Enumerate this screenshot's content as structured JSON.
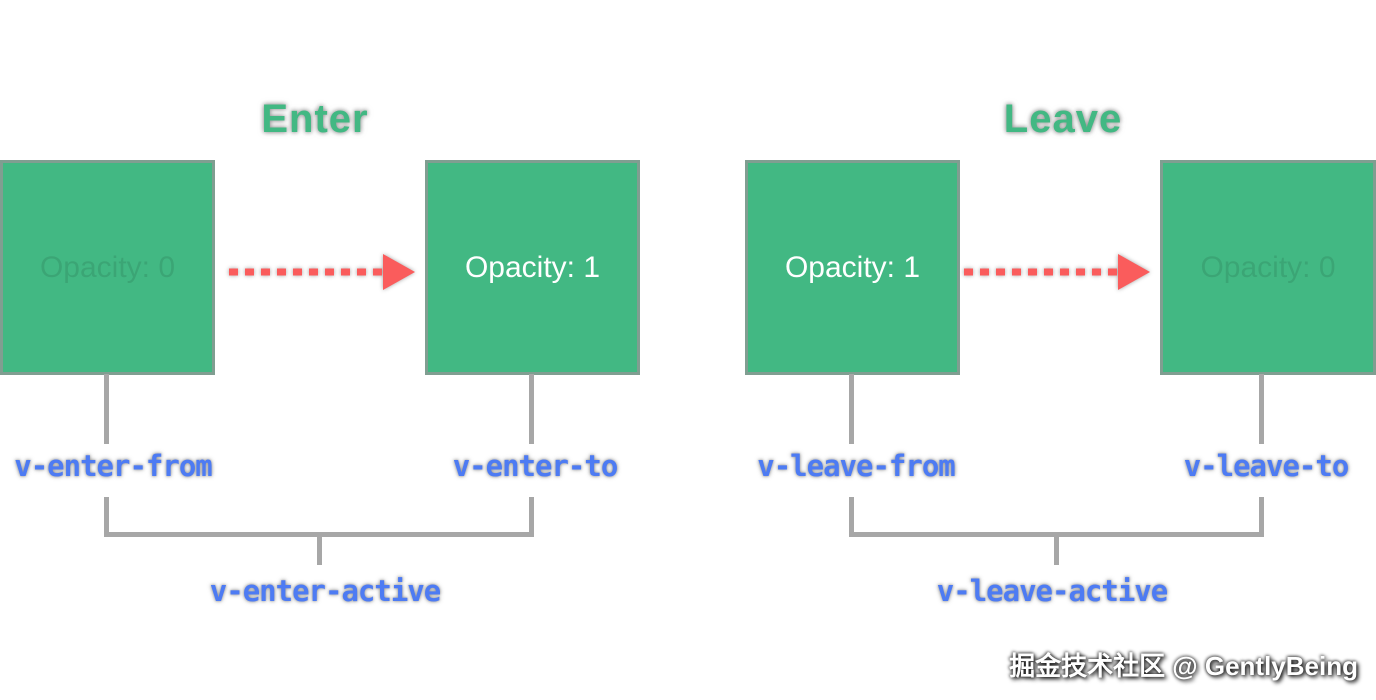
{
  "enter": {
    "title": "Enter",
    "from_box_label": "Opacity: 0",
    "to_box_label": "Opacity: 1",
    "from_class": "v-enter-from",
    "to_class": "v-enter-to",
    "active_class": "v-enter-active"
  },
  "leave": {
    "title": "Leave",
    "from_box_label": "Opacity: 1",
    "to_box_label": "Opacity: 0",
    "from_class": "v-leave-from",
    "to_class": "v-leave-to",
    "active_class": "v-leave-active"
  },
  "colors": {
    "box_green": "#42b883",
    "title_green": "#42b883",
    "class_label_blue": "#4d7bf3",
    "arrow_red": "#fa5c5c",
    "connector_gray": "#a7a7a7"
  },
  "icons": {
    "arrow": "dashed-right-arrow-icon"
  },
  "watermark": "掘金技术社区 @ GentlyBeing"
}
